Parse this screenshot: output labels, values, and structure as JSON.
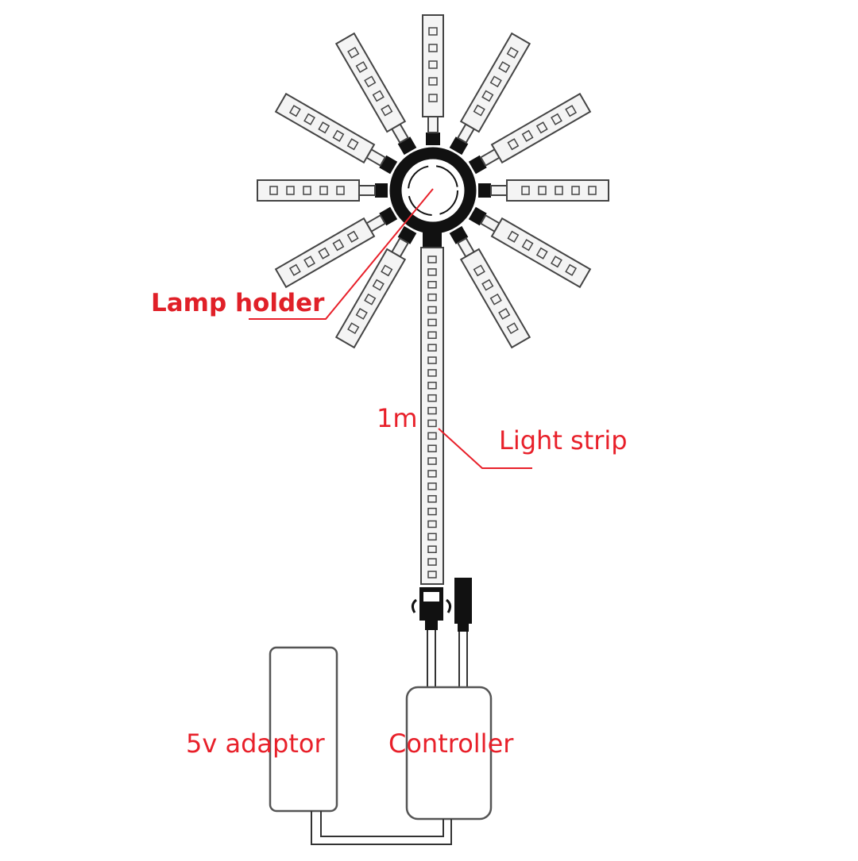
{
  "labels": {
    "lamp_holder": "Lamp holder",
    "length": "1m",
    "light_strip": "Light strip",
    "adaptor": "5v adaptor",
    "controller": "Controller"
  },
  "colors": {
    "label": "#e8202a",
    "outline": "#444444",
    "ink": "#111111",
    "strip_fill": "#f4f4f4"
  },
  "diagram": {
    "arm_count": 11,
    "leds_per_arm": 5,
    "vertical_strip_leds": 26
  }
}
